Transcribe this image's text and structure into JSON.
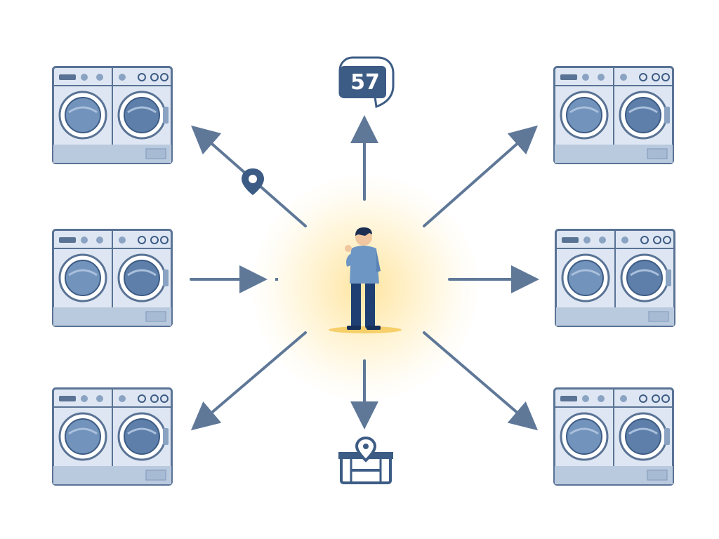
{
  "diagram": {
    "center": {
      "figure": "person-icon",
      "highlight": "warm-glow"
    },
    "badge": {
      "icon": "counter-badge-icon",
      "value": "57"
    },
    "bottom_destination": {
      "icon": "location-station-icon"
    },
    "markers": [
      "location-pin-icon"
    ],
    "machines": [
      {
        "id": "top-left",
        "icon": "washer-pair-icon"
      },
      {
        "id": "middle-left",
        "icon": "washer-pair-icon"
      },
      {
        "id": "bottom-left",
        "icon": "washer-pair-icon"
      },
      {
        "id": "top-right",
        "icon": "washer-pair-icon"
      },
      {
        "id": "middle-right",
        "icon": "washer-pair-icon"
      },
      {
        "id": "bottom-right",
        "icon": "washer-pair-icon"
      }
    ],
    "colors": {
      "stroke": "#5a7395",
      "machine_face": "#dde6f2",
      "machine_dark": "#3d5c85",
      "drum": "#6f8fb6",
      "glow": "#ffe29a",
      "person_shirt": "#6d96c4",
      "person_pants": "#1f3f73"
    }
  }
}
